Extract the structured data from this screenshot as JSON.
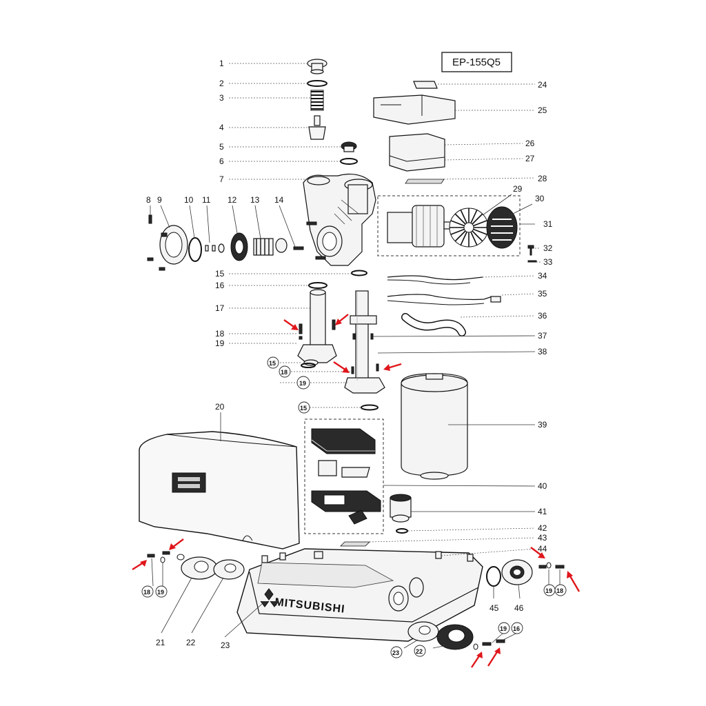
{
  "model": "EP-155Q5",
  "brand": "MITSUBISHI",
  "labels": {
    "l1": "1",
    "l2": "2",
    "l3": "3",
    "l4": "4",
    "l5": "5",
    "l6": "6",
    "l7": "7",
    "l8": "8",
    "l9": "9",
    "l10": "10",
    "l11": "11",
    "l12": "12",
    "l13": "13",
    "l14": "14",
    "l15": "15",
    "l16": "16",
    "l17": "17",
    "l18": "18",
    "l19": "19",
    "l20": "20",
    "l21": "21",
    "l22": "22",
    "l23": "23",
    "l24": "24",
    "l25": "25",
    "l26": "26",
    "l27": "27",
    "l28": "28",
    "l29": "29",
    "l30": "30",
    "l31": "31",
    "l32": "32",
    "l33": "33",
    "l34": "34",
    "l35": "35",
    "l36": "36",
    "l37": "37",
    "l38": "38",
    "l39": "39",
    "l40": "40",
    "l41": "41",
    "l42": "42",
    "l43": "43",
    "l44": "44",
    "l45": "45",
    "l46": "46"
  },
  "colors": {
    "arrow": "#e0161b",
    "line": "#111111"
  }
}
